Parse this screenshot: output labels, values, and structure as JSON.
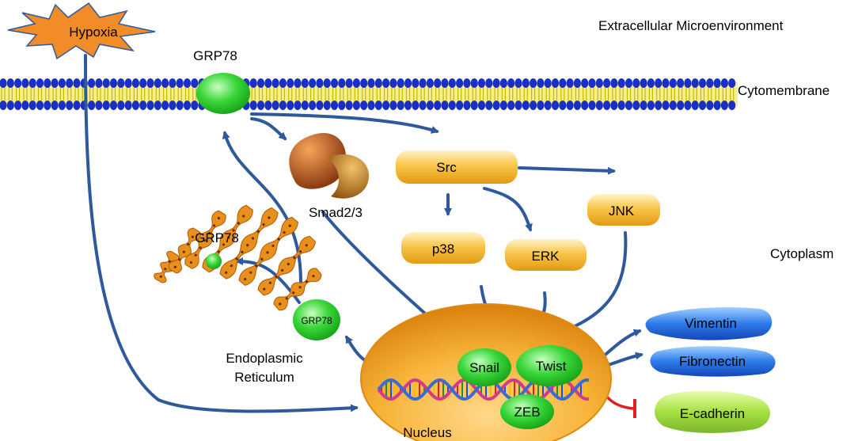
{
  "labels": {
    "hypoxia": "Hypoxia",
    "extracellular": "Extracellular Microenvironment",
    "cytomembrane": "Cytomembrane",
    "cytoplasm": "Cytoplasm",
    "grp78_membrane": "GRP78",
    "grp78_er": "GRP78",
    "grp78_cyto": "GRP78",
    "smad": "Smad2/3",
    "er": [
      "Endoplasmic",
      "Reticulum"
    ],
    "nucleus": "Nucleus"
  },
  "kinases": {
    "src": "Src",
    "p38": "p38",
    "erk": "ERK",
    "jnk": "JNK"
  },
  "transcription_factors": {
    "snail": "Snail",
    "twist": "Twist",
    "zeb": "ZEB"
  },
  "markers": {
    "vimentin": "Vimentin",
    "fibronectin": "Fibronectin",
    "ecadherin": "E-cadherin"
  },
  "colors": {
    "arrow": "#2e5a9c",
    "membrane_head": "#1a2fc4",
    "membrane_tail": "#e8e000",
    "kinase": "#f7b52e",
    "green_protein": "#22c422",
    "blue_protein": "#1f5fd6",
    "nucleus": "#f29a17",
    "er": "#e8901c",
    "inhibit": "#e02020",
    "hypoxia": "#f28c28"
  }
}
